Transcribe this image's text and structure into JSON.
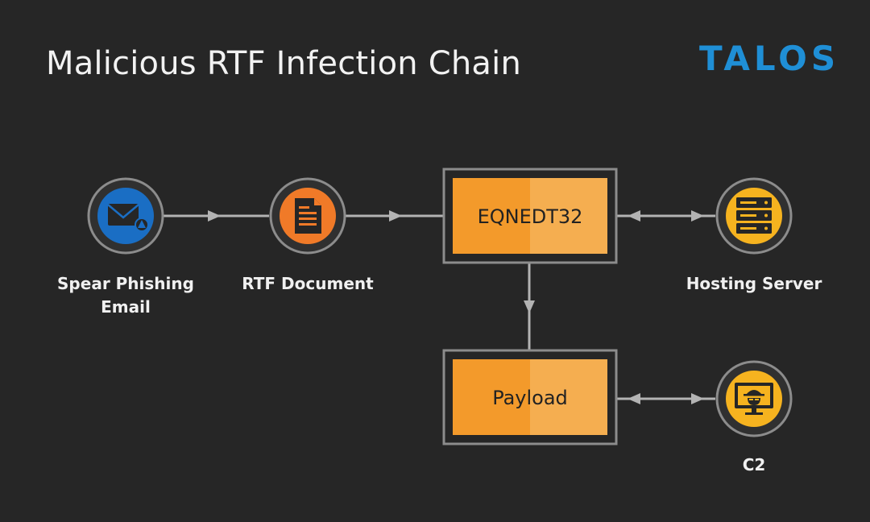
{
  "title": "Malicious RTF Infection Chain",
  "logo": "TALOS",
  "nodes": {
    "email": {
      "label_line1": "Spear Phishing",
      "label_line2": "Email",
      "icon": "envelope-warning-icon"
    },
    "rtf": {
      "label": "RTF Document",
      "icon": "document-icon"
    },
    "eqnedt": {
      "label": "EQNEDT32"
    },
    "payload": {
      "label": "Payload"
    },
    "hosting": {
      "label": "Hosting Server",
      "icon": "server-icon"
    },
    "c2": {
      "label": "C2",
      "icon": "hacker-monitor-icon"
    }
  },
  "colors": {
    "background": "#262626",
    "logo": "#1f8fd6",
    "box_fill": "#f39a2b",
    "box_fill_light": "#f5ae50",
    "box_border": "#8c8c8c",
    "connector": "#b3b3b3",
    "circle_blue": "#1a6ec4",
    "circle_orange": "#f07a28",
    "circle_yellow": "#f6b31f"
  }
}
